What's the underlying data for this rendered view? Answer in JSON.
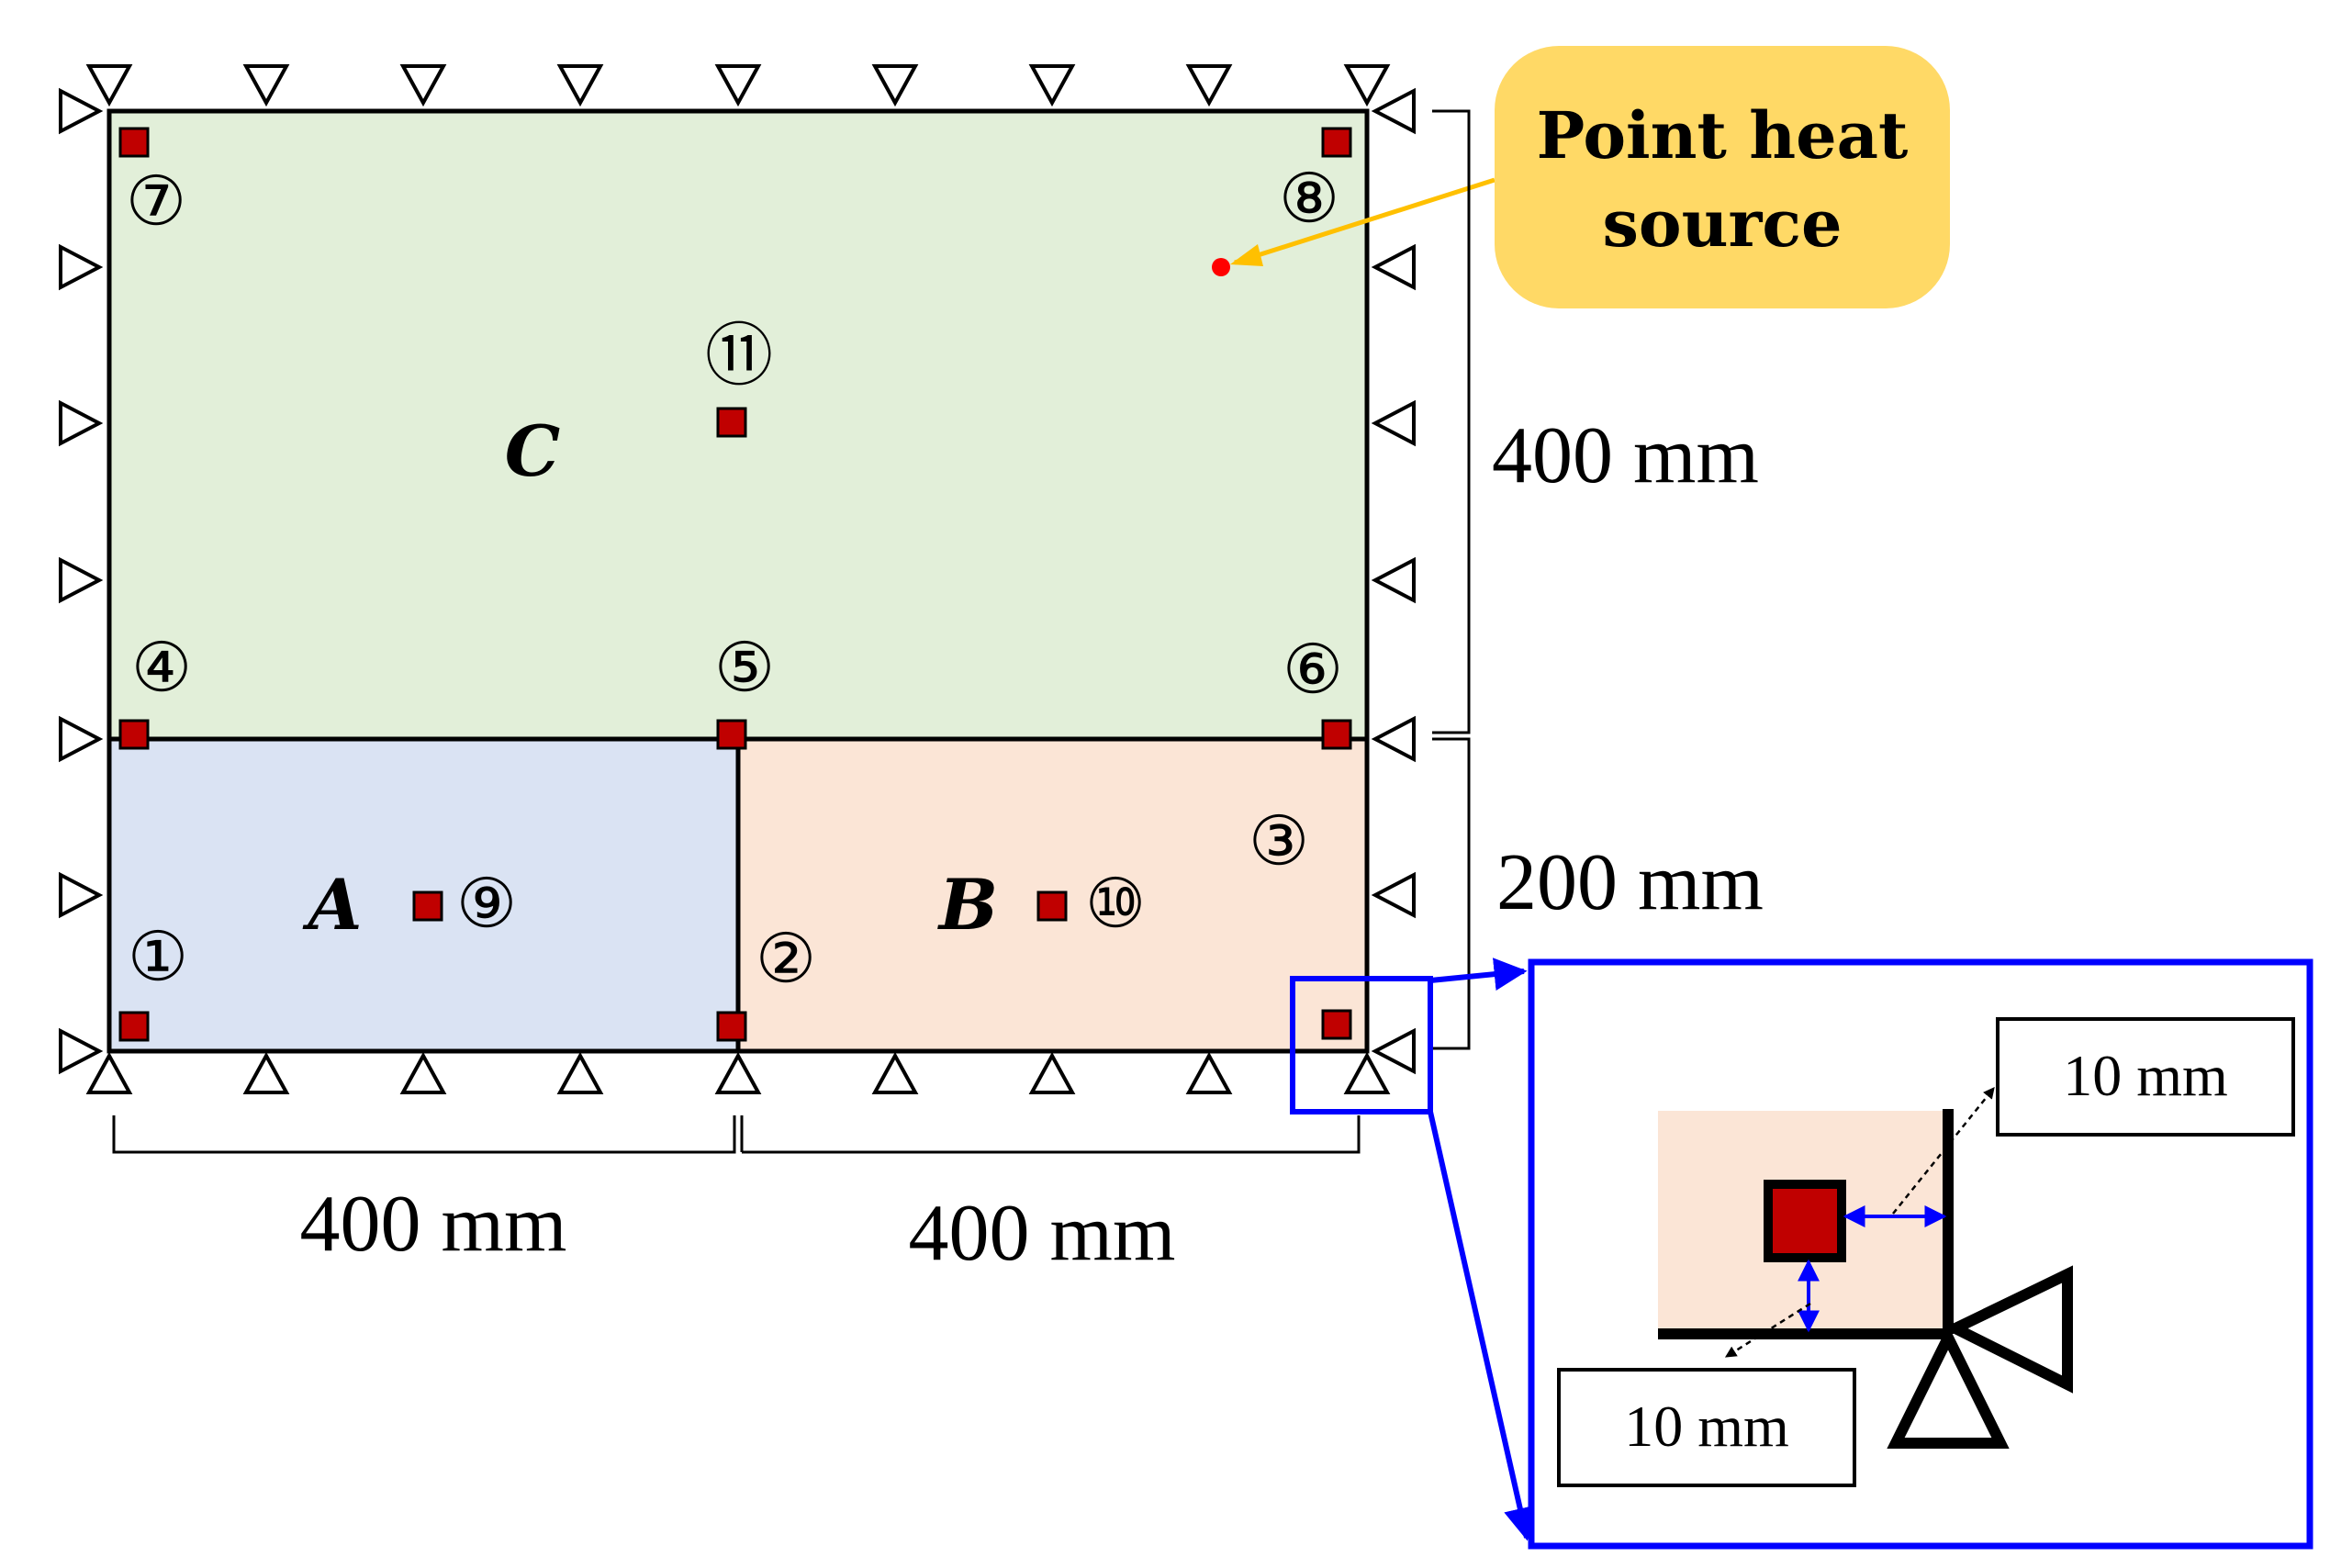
{
  "regions": {
    "a": {
      "label": "A",
      "color": "#dae3f3"
    },
    "b": {
      "label": "B",
      "color": "#fbe5d6"
    },
    "c": {
      "label": "C",
      "color": "#e2efd9"
    }
  },
  "sensors": [
    {
      "id": "1",
      "label": "①"
    },
    {
      "id": "2",
      "label": "②"
    },
    {
      "id": "3",
      "label": "③"
    },
    {
      "id": "4",
      "label": "④"
    },
    {
      "id": "5",
      "label": "⑤"
    },
    {
      "id": "6",
      "label": "⑥"
    },
    {
      "id": "7",
      "label": "⑦"
    },
    {
      "id": "8",
      "label": "⑧"
    },
    {
      "id": "9",
      "label": "⑨"
    },
    {
      "id": "10",
      "label": "⑩"
    },
    {
      "id": "11",
      "label": "⑪"
    }
  ],
  "sensor_color": "#c00000",
  "heat_source": {
    "label_line1": "Point heat",
    "label_line2": "source",
    "callout_color": "#ffd966",
    "arrow_color": "#ffc000",
    "dot_color": "#ff0000"
  },
  "dimensions": {
    "bottom_left": "400 mm",
    "bottom_right": "400 mm",
    "right_upper": "400 mm",
    "right_lower": "200 mm"
  },
  "detail": {
    "offset_top": "10 mm",
    "offset_bottom": "10 mm",
    "frame_color": "#0000ff"
  }
}
